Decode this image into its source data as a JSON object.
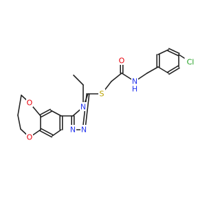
{
  "molecule": {
    "atom_labels": {
      "oxygen_carbonyl": "O",
      "amide_nh": "N\nH",
      "chlorine": "Cl",
      "sulfur": "S",
      "triazole_n4": "N",
      "triazole_n1": "N",
      "triazole_n2": "N",
      "ring_oxygen_top": "O",
      "ring_oxygen_bottom": "O"
    },
    "colors": {
      "bond": "#222222",
      "oxygen": "#e8000b",
      "nitrogen": "#2233ee",
      "chlorine": "#1fa01f",
      "sulfur": "#b8a200"
    }
  }
}
